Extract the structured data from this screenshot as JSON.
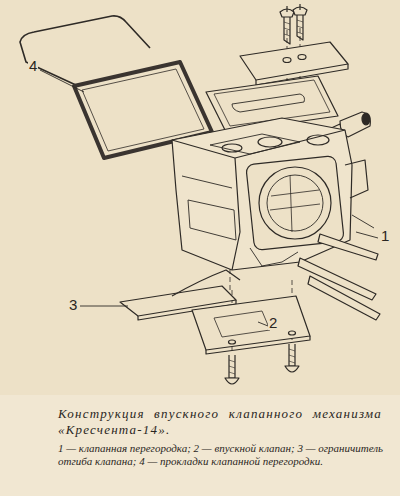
{
  "diagram": {
    "caption": "Конструкция впускного клапанного механизма «Кресчента-14».",
    "labels": [
      "4",
      "1",
      "3",
      "2",
      "1 — клапанная перегородка; 2 — впускной клапан; 3 — ограничитель отгиба клапана; 4 — прокладки клапанной перегородки."
    ]
  }
}
